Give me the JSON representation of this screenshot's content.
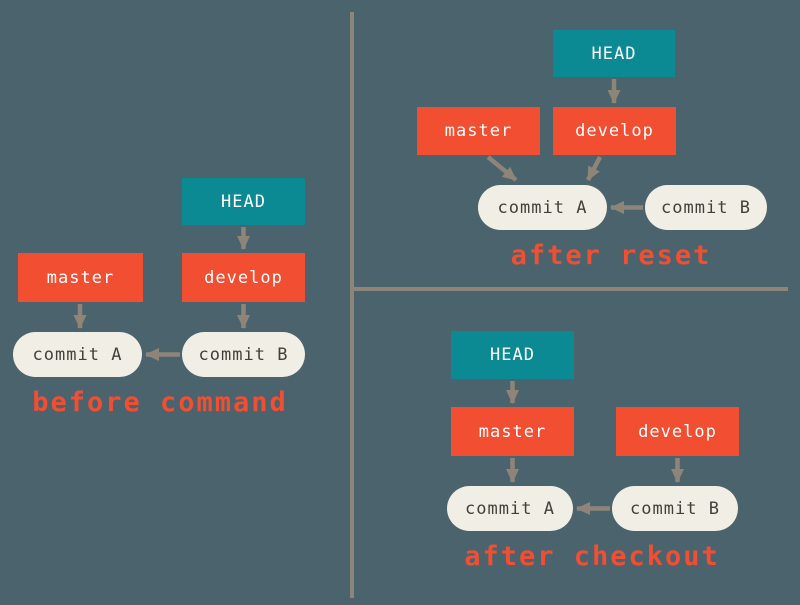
{
  "colors": {
    "background": "#4b636d",
    "branch_box": "#f14e32",
    "head_box": "#0b8a94",
    "box_text": "#ffffff",
    "commit_pill_bg": "#f1eee5",
    "commit_pill_text": "#443f39",
    "arrow": "#8e8478",
    "divider": "#8e8478",
    "caption_text": "#f14e32"
  },
  "panels": [
    {
      "caption": "before command",
      "nodes": {
        "head": "HEAD",
        "master": "master",
        "develop": "develop",
        "commit_a": "commit A",
        "commit_b": "commit B"
      }
    },
    {
      "caption": "after reset",
      "nodes": {
        "head": "HEAD",
        "master": "master",
        "develop": "develop",
        "commit_a": "commit A",
        "commit_b": "commit B"
      }
    },
    {
      "caption": "after checkout",
      "nodes": {
        "head": "HEAD",
        "master": "master",
        "develop": "develop",
        "commit_a": "commit A",
        "commit_b": "commit B"
      }
    }
  ]
}
